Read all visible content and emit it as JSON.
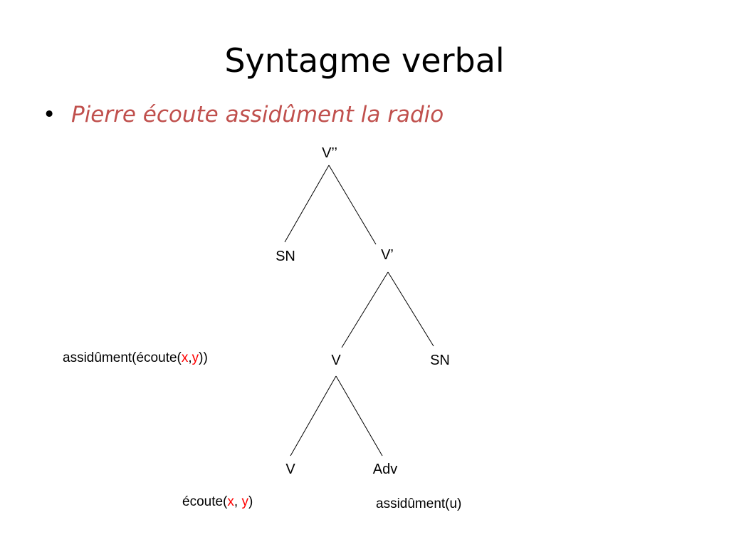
{
  "slide": {
    "title": "Syntagme verbal",
    "bullet_symbol": "•",
    "bullet_text": "Pierre écoute assidûment la radio"
  },
  "colors": {
    "bullet_text": "#c0504d",
    "variable": "#ff0000",
    "text": "#000000"
  },
  "tree": {
    "nodes": [
      {
        "id": "vpp",
        "label": "V’’"
      },
      {
        "id": "sn_subj",
        "label": "SN"
      },
      {
        "id": "vp",
        "label": "V’"
      },
      {
        "id": "v_complex",
        "label": "V"
      },
      {
        "id": "sn_obj",
        "label": "SN"
      },
      {
        "id": "v_head",
        "label": "V"
      },
      {
        "id": "adv",
        "label": "Adv"
      }
    ],
    "edges": [
      {
        "from": "vpp",
        "to": "sn_subj"
      },
      {
        "from": "vpp",
        "to": "vp"
      },
      {
        "from": "vp",
        "to": "v_complex"
      },
      {
        "from": "vp",
        "to": "sn_obj"
      },
      {
        "from": "v_complex",
        "to": "v_head"
      },
      {
        "from": "v_complex",
        "to": "adv"
      }
    ]
  },
  "annotations": {
    "root": {
      "prefix": "assidûment(écoute(",
      "var1": "x",
      "sep": ",",
      "var2": "y",
      "suffix": "))"
    },
    "v": {
      "prefix": "écoute(",
      "var1": "x",
      "sep": ", ",
      "var2": "y",
      "suffix": ")"
    },
    "adv": {
      "text": "assidûment(u)"
    }
  }
}
